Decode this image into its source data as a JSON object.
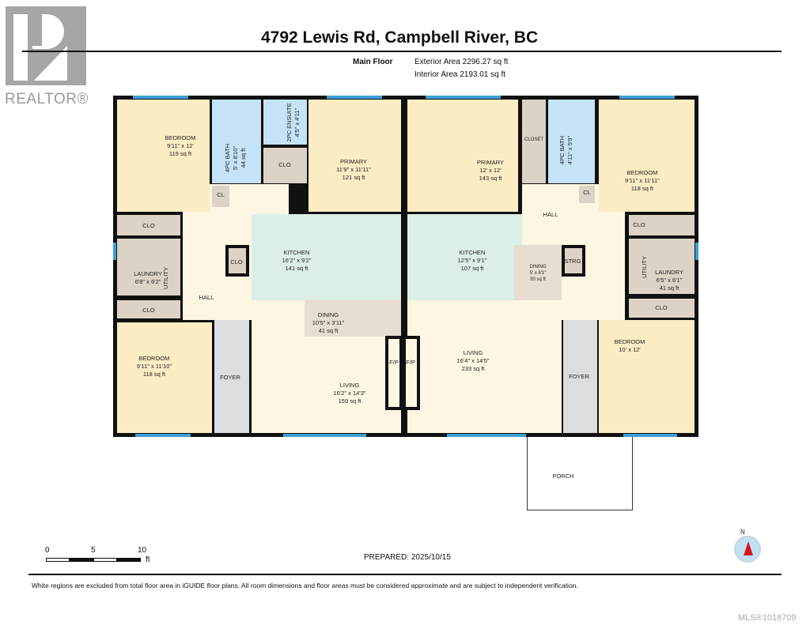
{
  "header": {
    "logo_text": "REALTOR®",
    "title": "4792 Lewis Rd, Campbell River, BC",
    "floor": "Main Floor",
    "exterior_area": "Exterior Area 2296.27 sq ft",
    "interior_area": "Interior Area 2193.01 sq ft"
  },
  "rooms": {
    "bedroom_tl": {
      "name": "BEDROOM",
      "dim": "9'11\" x 12'",
      "area": "119 sq ft"
    },
    "bath_l": {
      "name": "4PC BATH",
      "dim": "5' x 8'10\"",
      "area": "44 sq ft"
    },
    "ensuite": {
      "name": "2PC ENSUITE",
      "dim": "4'5\" x 4'11\""
    },
    "clo_l1": {
      "name": "CLO"
    },
    "primary_l": {
      "name": "PRIMARY",
      "dim": "11'9\" x 11'11\"",
      "area": "121 sq ft"
    },
    "cl_l": {
      "name": "CL"
    },
    "clo_l2": {
      "name": "CLO"
    },
    "laundry_l": {
      "name": "LAUNDRY",
      "dim": "6'8\" x 6'2\""
    },
    "utility_l": {
      "name": "UTILITY"
    },
    "clo_l3": {
      "name": "CLO"
    },
    "hall_l": {
      "name": "HALL"
    },
    "clo_l4": {
      "name": "CLO"
    },
    "kitchen_l": {
      "name": "KITCHEN",
      "dim": "16'2\" x 9'2\"",
      "area": "141 sq ft"
    },
    "dining_l": {
      "name": "DINING",
      "dim": "10'5\" x 3'11\"",
      "area": "41 sq ft"
    },
    "living_l": {
      "name": "LIVING",
      "dim": "16'2\" x 14'3\"",
      "area": "159 sq ft"
    },
    "bedroom_bl": {
      "name": "BEDROOM",
      "dim": "9'11\" x 11'10\"",
      "area": "118 sq ft"
    },
    "foyer_l": {
      "name": "FOYER"
    },
    "fp_l": {
      "name": "F/P"
    },
    "fp_r": {
      "name": "F/P"
    },
    "primary_r": {
      "name": "PRIMARY",
      "dim": "12' x 12'",
      "area": "143 sq ft"
    },
    "closet_r": {
      "name": "CLOSET"
    },
    "bath_r": {
      "name": "4PC BATH",
      "dim": "4'11\" x 5'9\""
    },
    "cl_r": {
      "name": "CL"
    },
    "bedroom_tr": {
      "name": "BEDROOM",
      "dim": "9'11\" x 11'11\"",
      "area": "118 sq ft"
    },
    "hall_r": {
      "name": "HALL"
    },
    "clo_r1": {
      "name": "CLO"
    },
    "laundry_r": {
      "name": "LAUNDRY",
      "dim": "6'5\" x 6'1\"",
      "area": "41 sq ft"
    },
    "utility_r": {
      "name": "UTILITY"
    },
    "clo_r2": {
      "name": "CLO"
    },
    "kitchen_r": {
      "name": "KITCHEN",
      "dim": "12'5\" x 9'1\"",
      "area": "107 sq ft"
    },
    "dining_r": {
      "name": "DINING",
      "dim": "5' x 6'1\"",
      "area": "30 sq ft"
    },
    "strg": {
      "name": "STRG"
    },
    "living_r": {
      "name": "LIVING",
      "dim": "16'4\" x 14'5\"",
      "area": "233 sq ft"
    },
    "foyer_r": {
      "name": "FOYER"
    },
    "bedroom_br": {
      "name": "BEDROOM",
      "dim": "10' x 12'"
    },
    "porch": {
      "name": "PORCH"
    }
  },
  "scale": {
    "ticks": [
      "0",
      "5",
      "10"
    ],
    "unit": "ft"
  },
  "compass": {
    "label": "N",
    "icon": "compass-north-icon"
  },
  "footer": {
    "prepared": "PREPARED: 2025/10/15",
    "note": "White regions are excluded from total floor area in iGUIDE floor plans. All room dimensions and floor areas must be considered approximate and are subject to independent verification.",
    "mls": "MLS®1018709"
  },
  "colors": {
    "bedroom": "#fbecc4",
    "bath": "#c5e3f6",
    "closet": "#dcd3c6",
    "kitchen": "#dcefe6",
    "dining": "#e7ddd0",
    "foyer": "#dcdde1",
    "hall": "#fdf6e2",
    "window": "#3d9fd6",
    "wall": "#111111"
  }
}
